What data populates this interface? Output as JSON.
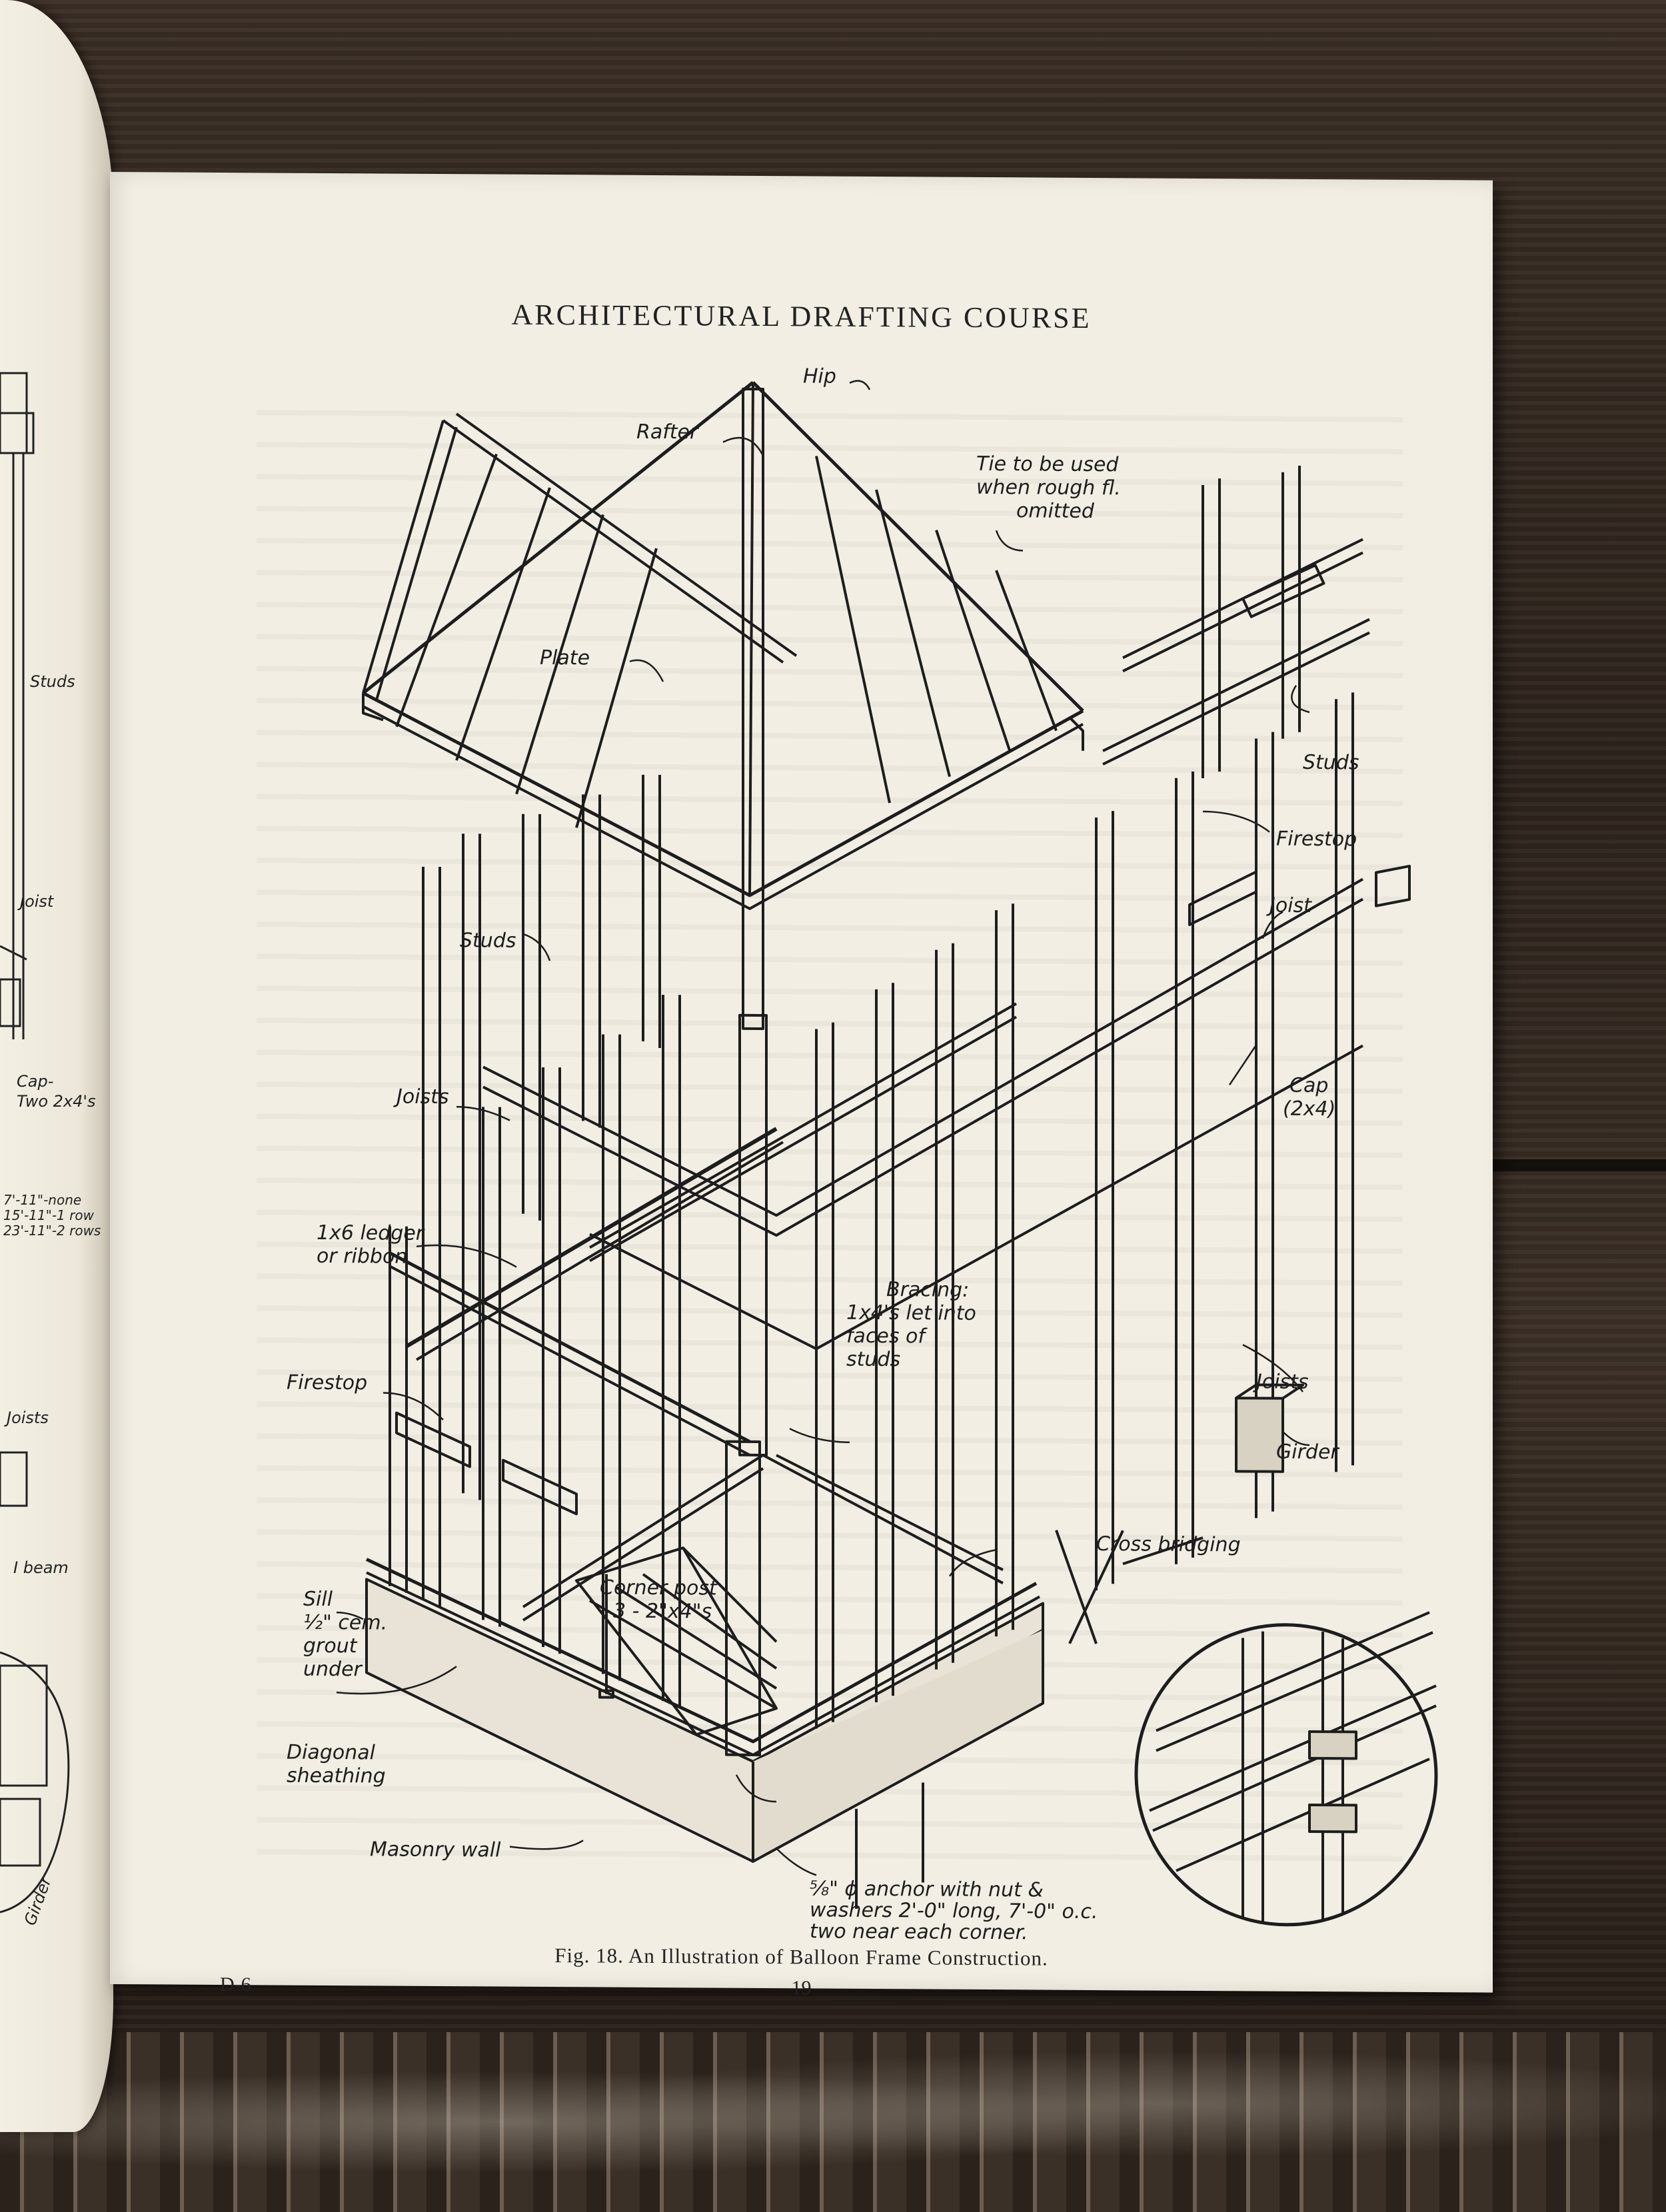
{
  "page": {
    "header": "ARCHITECTURAL DRAFTING COURSE",
    "caption": "Fig. 18.   An Illustration of Balloon Frame Construction.",
    "code": "D-6",
    "number": "19"
  },
  "labels": {
    "hip": "Hip",
    "rafter": "Rafter",
    "tie": "Tie to be used",
    "tie2": "when rough fl.",
    "tie3": "omitted",
    "plate": "Plate",
    "studs_right": "Studs",
    "firestop_right": "Firestop",
    "studs_left": "Studs",
    "joist_right": "Joist",
    "joists_left": "Joists",
    "cap": "Cap",
    "cap2": "(2x4)",
    "ledger": "1x6 ledger",
    "ledger2": "or ribbon",
    "bracing": "Bracing:",
    "bracing2": "1x4's let into",
    "bracing3": "faces of",
    "bracing4": "studs",
    "firestop_left": "Firestop",
    "joists_right": "Joists",
    "girder": "Girder",
    "cross_bridging": "Cross bridging",
    "sill": "Sill",
    "grout": "½\" cem.",
    "grout2": "grout",
    "grout3": "under",
    "corner_post": "Corner post",
    "corner_post2": "3 - 2\"x4\"s",
    "diagonal": "Diagonal",
    "diagonal2": "sheathing",
    "masonry": "Masonry wall",
    "anchor": "⅝\" ϕ anchor with nut &",
    "anchor2": "washers 2'-0\" long, 7'-0\" o.c.",
    "anchor3": "two near each corner."
  },
  "left_page": {
    "studs": "Studs",
    "joist": "Joist",
    "cap": "Cap-",
    "cap2": "Two 2x4's",
    "dims": "7'-11\"-none\n15'-11\"-1 row\n23'-11\"-2 rows",
    "joists": "Joists",
    "beam": "I beam",
    "girder": "Girder"
  }
}
